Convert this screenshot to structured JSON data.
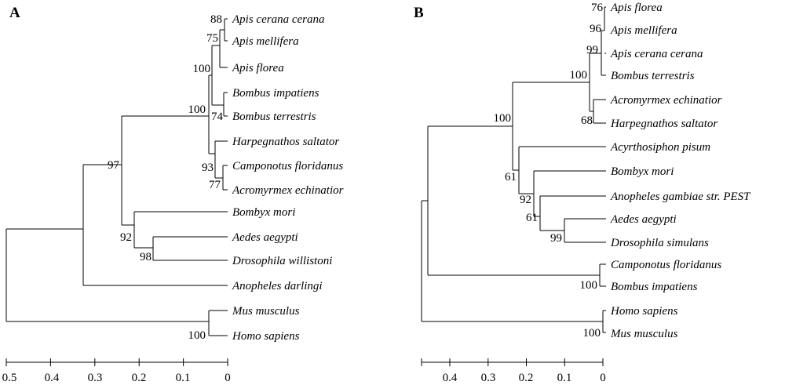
{
  "panels": [
    {
      "id": "A",
      "letter": "A",
      "taxa": [
        "Apis cerana cerana",
        "Apis mellifera",
        "Apis florea",
        "Bombus impatiens",
        "Bombus terrestris",
        "Harpegnathos saltator",
        "Camponotus floridanus",
        "Acromyrmex echinatior",
        "Bombyx mori",
        "Aedes aegypti",
        "Drosophila willistoni",
        "Anopheles darlingi",
        "Mus musculus",
        "Homo sapiens"
      ],
      "axis_ticks": [
        "0.5",
        "0.4",
        "0.3",
        "0.2",
        "0.1",
        "0"
      ],
      "bootstrap": [
        "88",
        "75",
        "100",
        "100",
        "74",
        "93",
        "77",
        "97",
        "92",
        "98",
        "100"
      ]
    },
    {
      "id": "B",
      "letter": "B",
      "taxa": [
        "Apis florea",
        "Apis mellifera",
        "Apis cerana cerana",
        "Bombus terrestris",
        "Acromyrmex echinatior",
        "Harpegnathos saltator",
        "Acyrthosiphon pisum",
        "Bombyx mori",
        "Anopheles gambiae str. PEST",
        "Aedes aegypti",
        "Drosophila simulans",
        "Camponotus floridanus",
        "Bombus impatiens",
        "Homo sapiens",
        "Mus musculus"
      ],
      "axis_ticks": [
        "0.4",
        "0.3",
        "0.2",
        "0.1",
        "0"
      ],
      "bootstrap": [
        "76",
        "96",
        "99",
        "100",
        "68",
        "100",
        "61",
        "92",
        "61",
        "99",
        "100",
        "100"
      ]
    }
  ]
}
